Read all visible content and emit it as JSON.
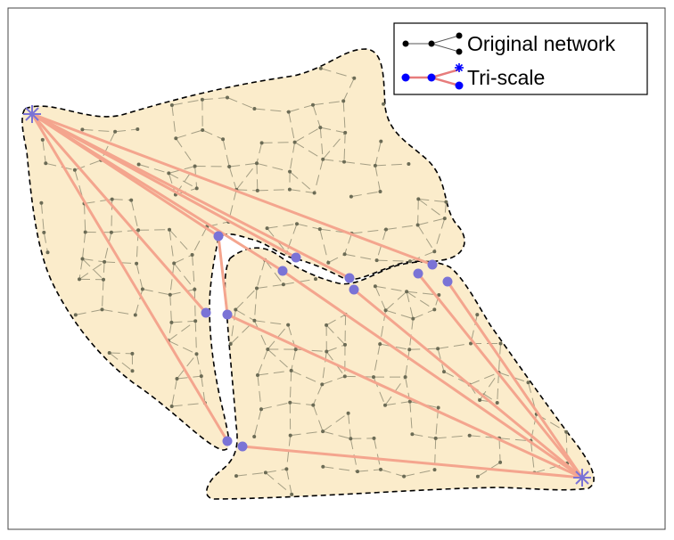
{
  "legend": {
    "items": [
      {
        "label": "Original network",
        "marker": "small-black-dots",
        "line_color": "#555555"
      },
      {
        "label": "Tri-scale",
        "marker": "blue-dots-star",
        "line_color": "#e77c7c"
      }
    ]
  },
  "colors": {
    "region_fill": "#fbeccb",
    "region_outline": "#000000",
    "original_network": "#6b6b55",
    "tri_scale_edge": "#f4a58e",
    "tri_scale_node": "#7a73d6",
    "terminal_star": "#7a73d6",
    "legend_dot_blue": "#0000ff"
  }
}
